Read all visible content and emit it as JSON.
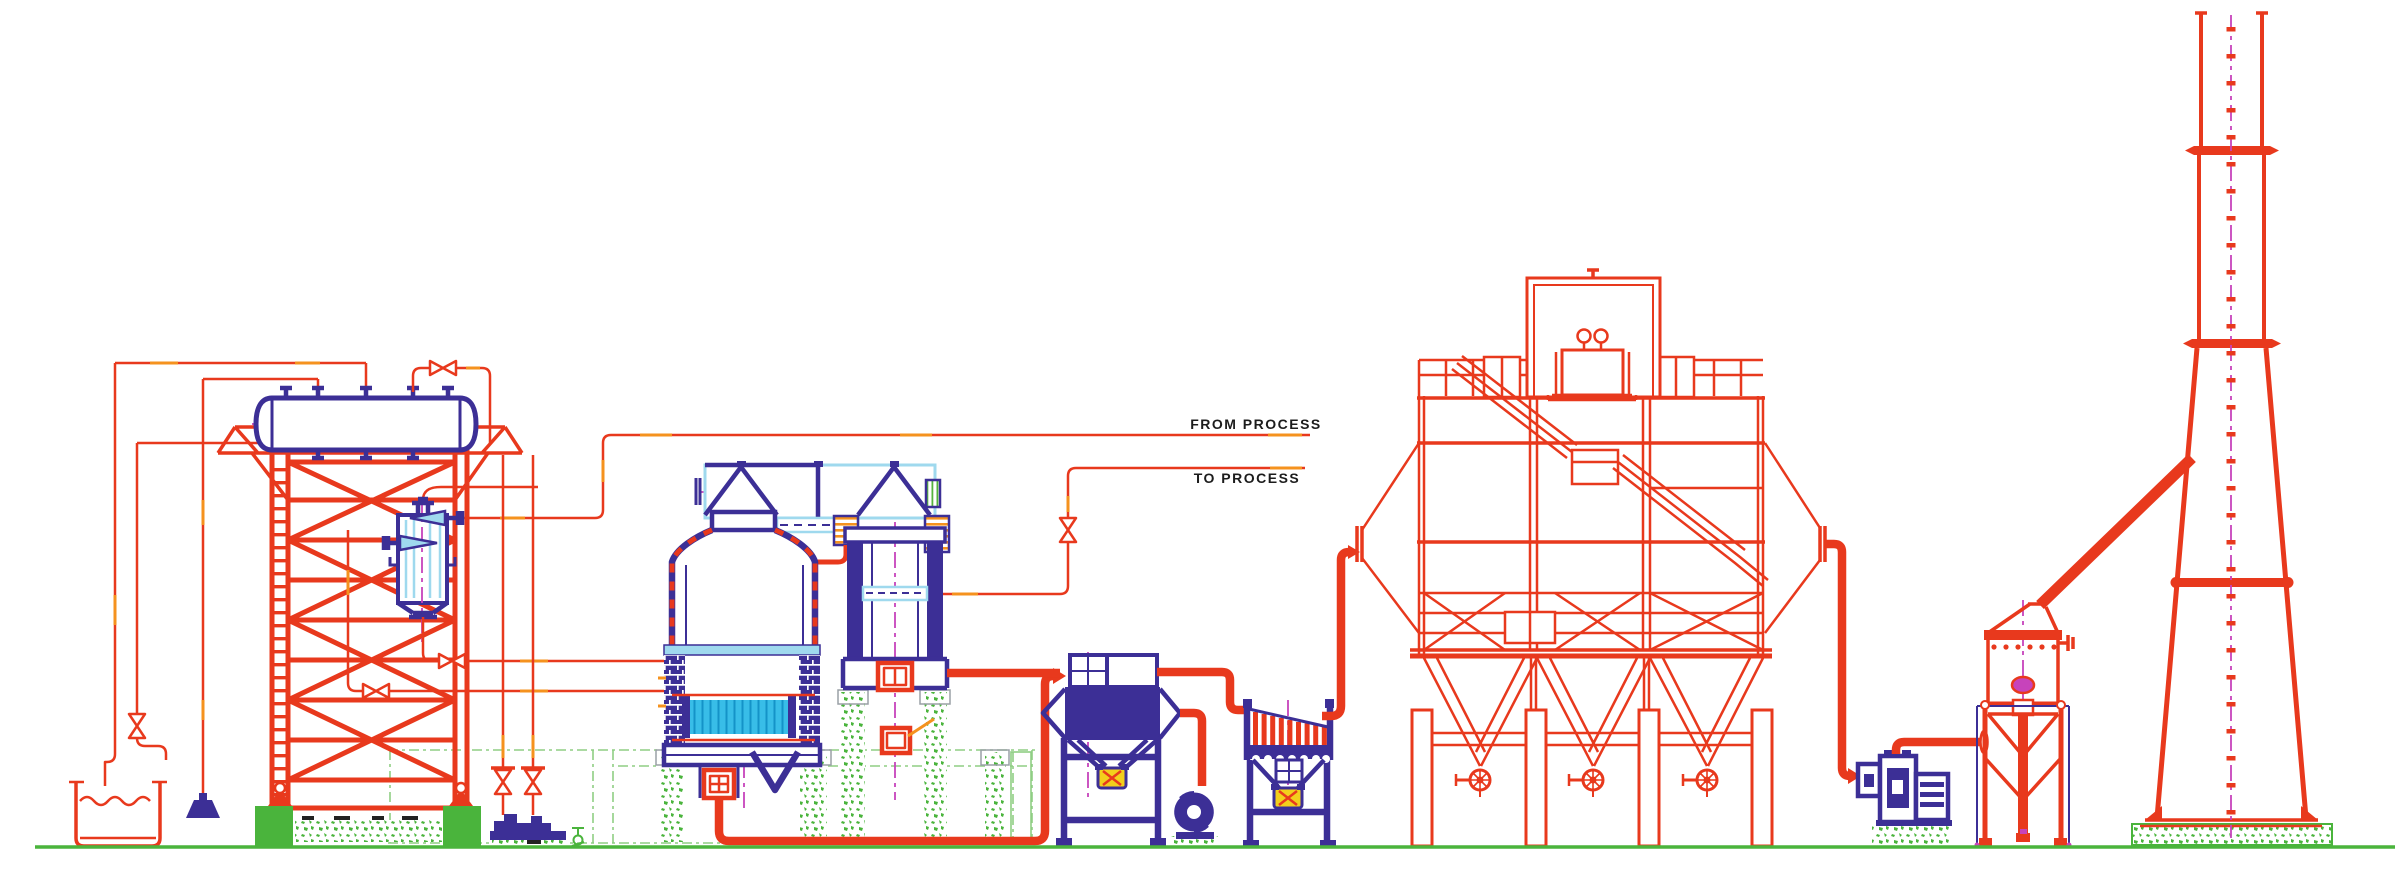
{
  "diagram": {
    "type": "process-plant-elevation-drawing",
    "labels": {
      "from_process": "FROM PROCESS",
      "to_process": "TO PROCESS"
    },
    "colors": {
      "red": "#e8391d",
      "orange": "#f5921e",
      "navy": "#3c2f96",
      "cyan": "#38bde8",
      "pale_blue": "#9fd9ee",
      "magenta": "#c743bb",
      "green": "#4ab43c",
      "green_light": "#8fce84",
      "yellow": "#f3cf1c",
      "gray": "#9aa0a6",
      "black": "#1c1c1c",
      "background": "#ffffff"
    }
  }
}
